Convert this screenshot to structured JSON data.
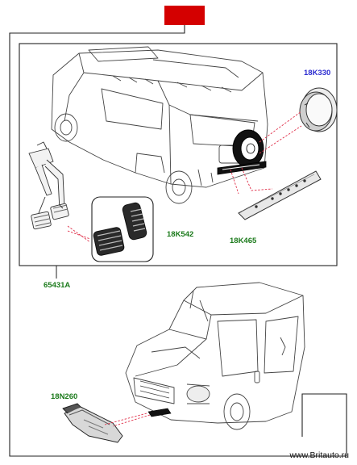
{
  "header": {
    "tag_color": "#d40000"
  },
  "parts": {
    "spare_wheel_cover": "18K330",
    "pedal_covers": "18K542",
    "bumper_protector": "18K465",
    "pedal_assembly": "65431A",
    "sump_guard": "18N260"
  },
  "colors": {
    "label_green": "#1b7a1b",
    "label_blue": "#2a2ad0",
    "leader_red": "#e0304a",
    "line_dark": "#333333"
  },
  "footer": {
    "site": "www.Britauto.ru"
  }
}
